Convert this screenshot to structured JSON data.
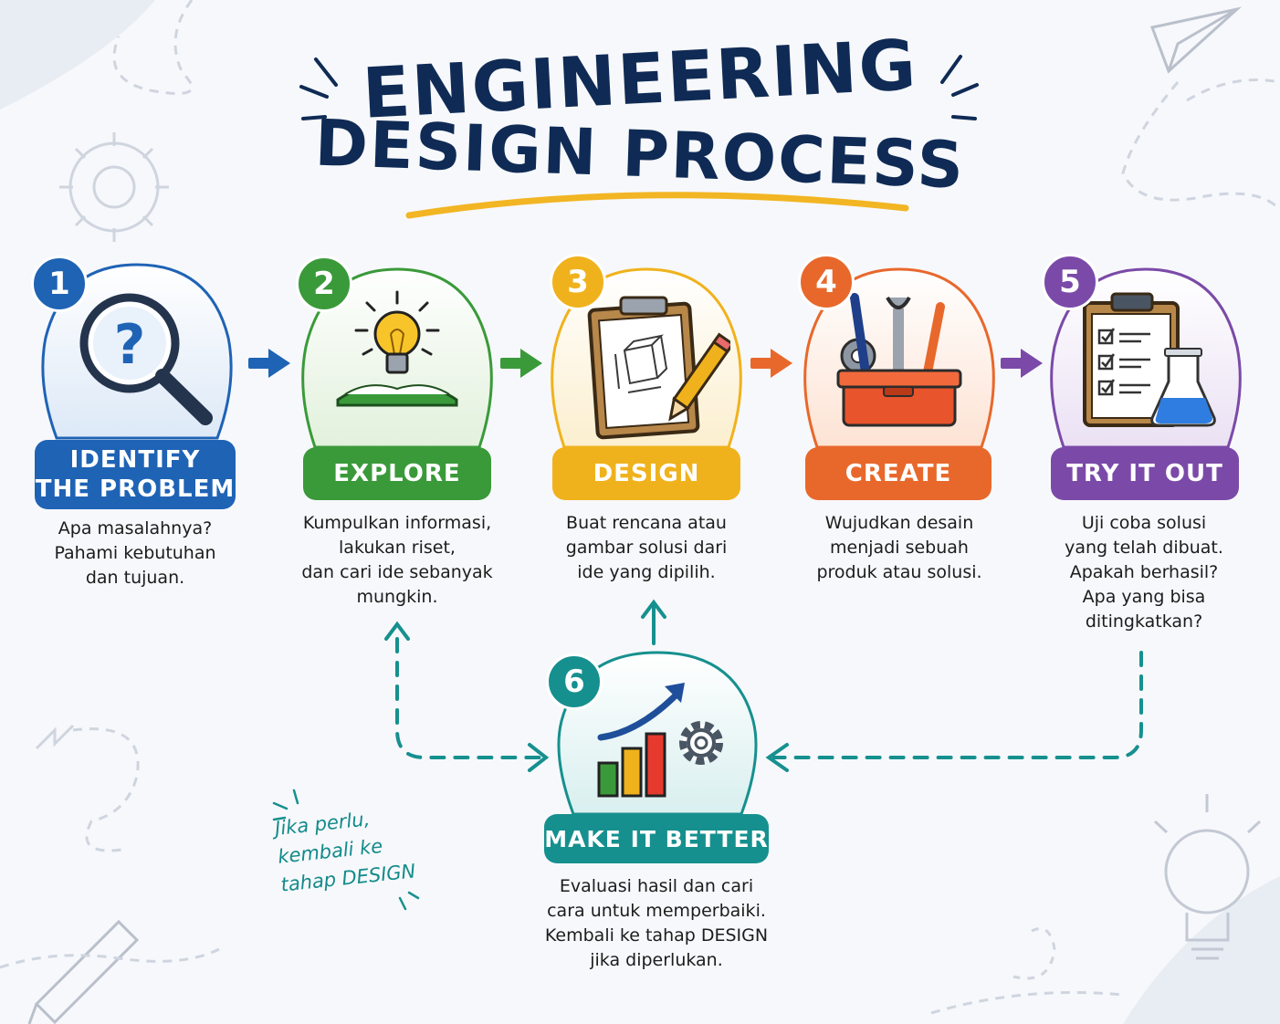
{
  "title": {
    "line1": "ENGINEERING",
    "line2": "DESIGN PROCESS"
  },
  "colors": {
    "navy": "#0f2b55",
    "blue": "#1f63b5",
    "green": "#3a9a3a",
    "yellow": "#f0b21c",
    "orange": "#e8682c",
    "purple": "#7b4aa8",
    "teal": "#16908f",
    "underline": "#f2b523"
  },
  "steps": [
    {
      "number": "1",
      "label_line1": "IDENTIFY",
      "label_line2": "THE PROBLEM",
      "icon": "magnifier-question-icon",
      "description": "Apa masalahnya?\nPahami kebutuhan\ndan tujuan."
    },
    {
      "number": "2",
      "label_line1": "EXPLORE",
      "label_line2": "",
      "icon": "lightbulb-book-icon",
      "description": "Kumpulkan informasi,\nlakukan riset,\ndan cari ide sebanyak\nmungkin."
    },
    {
      "number": "3",
      "label_line1": "DESIGN",
      "label_line2": "",
      "icon": "clipboard-pencil-icon",
      "description": "Buat rencana atau\ngambar solusi dari\nide yang dipilih."
    },
    {
      "number": "4",
      "label_line1": "CREATE",
      "label_line2": "",
      "icon": "toolbox-icon",
      "description": "Wujudkan desain\nmenjadi sebuah\nproduk atau solusi."
    },
    {
      "number": "5",
      "label_line1": "TRY IT OUT",
      "label_line2": "",
      "icon": "checklist-flask-icon",
      "description": "Uji coba solusi\nyang telah dibuat.\nApakah berhasil?\nApa yang bisa\nditingkatkan?"
    },
    {
      "number": "6",
      "label_line1": "MAKE IT BETTER",
      "label_line2": "",
      "icon": "chart-gear-icon",
      "description": "Evaluasi hasil dan cari\ncara untuk memperbaiki.\nKembali ke tahap DESIGN\njika diperlukan."
    }
  ],
  "note": "Jika perlu,\nkembali ke\ntahap DESIGN"
}
